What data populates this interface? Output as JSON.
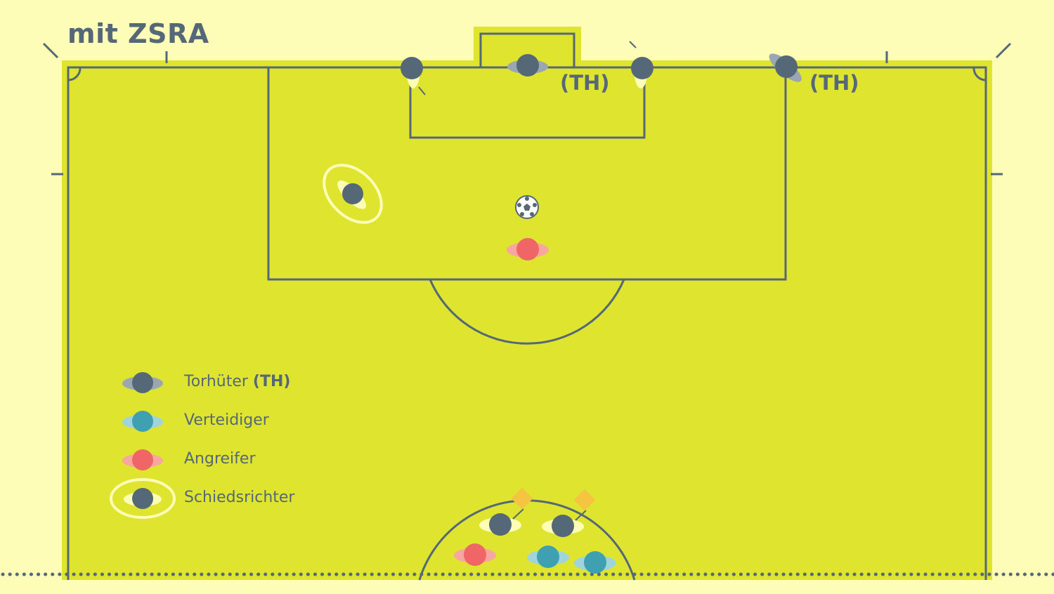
{
  "title": "mit ZSRA",
  "th_marker": "(TH)",
  "legend": {
    "goalkeeper": {
      "label": "Torhüter",
      "suffix": "(TH)"
    },
    "defender": {
      "label": "Verteidiger"
    },
    "attacker": {
      "label": "Angreifer"
    },
    "referee": {
      "label": "Schiedsrichter"
    }
  },
  "colors": {
    "background": "#fdfdb8",
    "pitch": "#dfe42f",
    "lines": "#546878",
    "goalkeeper": "#546878",
    "defender": "#3fa0b2",
    "attacker": "#f06566",
    "referee_ring": "#fdfdb8",
    "flag": "#f5c542"
  }
}
